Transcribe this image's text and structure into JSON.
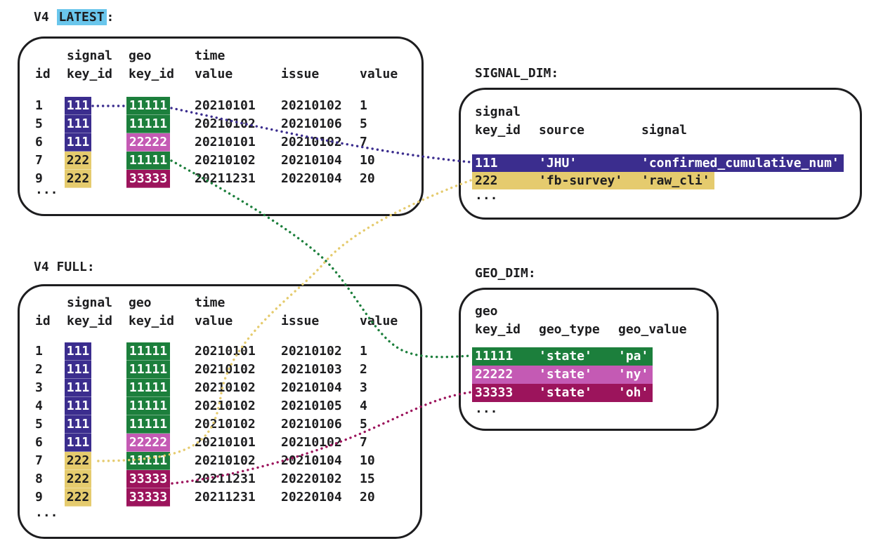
{
  "palette": {
    "purple": "#3b2d8e",
    "green": "#1c7f3c",
    "pink": "#c45ab4",
    "maroon": "#9c145c",
    "yellow": "#e5cb6e",
    "cyan": "#6ac6ec",
    "ink": "#1d1d1f",
    "white": "#ffffff"
  },
  "tables": {
    "v4_latest": {
      "title": {
        "prefix": "V4 ",
        "mark": "LATEST",
        "suffix": ":"
      },
      "header1": [
        "",
        "signal",
        "geo",
        "time",
        "",
        ""
      ],
      "header2": [
        "id",
        "key_id",
        "key_id",
        "value",
        "issue",
        "value"
      ],
      "rows": [
        {
          "cells": [
            {
              "t": "1"
            },
            {
              "t": "111",
              "hl": "purple"
            },
            {
              "t": "11111",
              "hl": "green"
            },
            {
              "t": "20210101"
            },
            {
              "t": "20210102"
            },
            {
              "t": "1"
            }
          ]
        },
        {
          "cells": [
            {
              "t": "5"
            },
            {
              "t": "111",
              "hl": "purple"
            },
            {
              "t": "11111",
              "hl": "green"
            },
            {
              "t": "20210102"
            },
            {
              "t": "20210106"
            },
            {
              "t": "5"
            }
          ]
        },
        {
          "cells": [
            {
              "t": "6"
            },
            {
              "t": "111",
              "hl": "purple"
            },
            {
              "t": "22222",
              "hl": "pink"
            },
            {
              "t": "20210101"
            },
            {
              "t": "20210102"
            },
            {
              "t": "7"
            }
          ]
        },
        {
          "cells": [
            {
              "t": "7"
            },
            {
              "t": "222",
              "hl": "yellow"
            },
            {
              "t": "11111",
              "hl": "green"
            },
            {
              "t": "20210102"
            },
            {
              "t": "20210104"
            },
            {
              "t": "10"
            }
          ]
        },
        {
          "cells": [
            {
              "t": "9"
            },
            {
              "t": "222",
              "hl": "yellow"
            },
            {
              "t": "33333",
              "hl": "maroon"
            },
            {
              "t": "20211231"
            },
            {
              "t": "20220104"
            },
            {
              "t": "20"
            }
          ]
        }
      ],
      "ellipsis": "..."
    },
    "v4_full": {
      "title": {
        "text": "V4 FULL:"
      },
      "header1": [
        "",
        "signal",
        "geo",
        "time",
        "",
        ""
      ],
      "header2": [
        "id",
        "key_id",
        "key_id",
        "value",
        "issue",
        "value"
      ],
      "rows": [
        {
          "cells": [
            {
              "t": "1"
            },
            {
              "t": "111",
              "hl": "purple"
            },
            {
              "t": "11111",
              "hl": "green"
            },
            {
              "t": "20210101"
            },
            {
              "t": "20210102"
            },
            {
              "t": "1"
            }
          ]
        },
        {
          "cells": [
            {
              "t": "2"
            },
            {
              "t": "111",
              "hl": "purple"
            },
            {
              "t": "11111",
              "hl": "green"
            },
            {
              "t": "20210102"
            },
            {
              "t": "20210103"
            },
            {
              "t": "2"
            }
          ]
        },
        {
          "cells": [
            {
              "t": "3"
            },
            {
              "t": "111",
              "hl": "purple"
            },
            {
              "t": "11111",
              "hl": "green"
            },
            {
              "t": "20210102"
            },
            {
              "t": "20210104"
            },
            {
              "t": "3"
            }
          ]
        },
        {
          "cells": [
            {
              "t": "4"
            },
            {
              "t": "111",
              "hl": "purple"
            },
            {
              "t": "11111",
              "hl": "green"
            },
            {
              "t": "20210102"
            },
            {
              "t": "20210105"
            },
            {
              "t": "4"
            }
          ]
        },
        {
          "cells": [
            {
              "t": "5"
            },
            {
              "t": "111",
              "hl": "purple"
            },
            {
              "t": "11111",
              "hl": "green"
            },
            {
              "t": "20210102"
            },
            {
              "t": "20210106"
            },
            {
              "t": "5"
            }
          ]
        },
        {
          "cells": [
            {
              "t": "6"
            },
            {
              "t": "111",
              "hl": "purple"
            },
            {
              "t": "22222",
              "hl": "pink"
            },
            {
              "t": "20210101"
            },
            {
              "t": "20210102"
            },
            {
              "t": "7"
            }
          ]
        },
        {
          "cells": [
            {
              "t": "7"
            },
            {
              "t": "222",
              "hl": "yellow"
            },
            {
              "t": "11111",
              "hl": "green"
            },
            {
              "t": "20210102"
            },
            {
              "t": "20210104"
            },
            {
              "t": "10"
            }
          ]
        },
        {
          "cells": [
            {
              "t": "8"
            },
            {
              "t": "222",
              "hl": "yellow"
            },
            {
              "t": "33333",
              "hl": "maroon"
            },
            {
              "t": "20211231"
            },
            {
              "t": "20220102"
            },
            {
              "t": "15"
            }
          ]
        },
        {
          "cells": [
            {
              "t": "9"
            },
            {
              "t": "222",
              "hl": "yellow"
            },
            {
              "t": "33333",
              "hl": "maroon"
            },
            {
              "t": "20211231"
            },
            {
              "t": "20220104"
            },
            {
              "t": "20"
            }
          ]
        }
      ],
      "ellipsis": "..."
    },
    "signal_dim": {
      "title": {
        "text": "SIGNAL_DIM:"
      },
      "header1": [
        "signal"
      ],
      "header2": [
        "key_id",
        "source",
        "signal"
      ],
      "rows": [
        {
          "band": "purple",
          "cells": [
            "111",
            "'JHU'",
            "'confirmed_cumulative_num'"
          ]
        },
        {
          "band": "yellow",
          "cells": [
            "222",
            "'fb-survey'",
            "'raw_cli'"
          ]
        }
      ],
      "ellipsis": "..."
    },
    "geo_dim": {
      "title": {
        "text": "GEO_DIM:"
      },
      "header1": [
        "geo"
      ],
      "header2": [
        "key_id",
        "geo_type",
        "geo_value"
      ],
      "rows": [
        {
          "band": "green",
          "cells": [
            "11111",
            "'state'",
            "'pa'"
          ]
        },
        {
          "band": "pink",
          "cells": [
            "22222",
            "'state'",
            "'ny'"
          ]
        },
        {
          "band": "maroon",
          "cells": [
            "33333",
            "'state'",
            "'oh'"
          ]
        }
      ],
      "ellipsis": "..."
    }
  },
  "connectors": [
    {
      "id": "signal-key-111",
      "color": "purple",
      "links": "V4 LATEST signal key_id 111 → SIGNAL_DIM 111"
    },
    {
      "id": "signal-key-222",
      "color": "yellow",
      "links": "SIGNAL_DIM 222 → V4 FULL signal key_id 222"
    },
    {
      "id": "geo-key-11111",
      "color": "green",
      "links": "V4 LATEST geo key_id 11111 → GEO_DIM 11111"
    },
    {
      "id": "geo-key-33333",
      "color": "maroon",
      "links": "V4 FULL geo key_id 33333 → GEO_DIM 33333"
    }
  ]
}
